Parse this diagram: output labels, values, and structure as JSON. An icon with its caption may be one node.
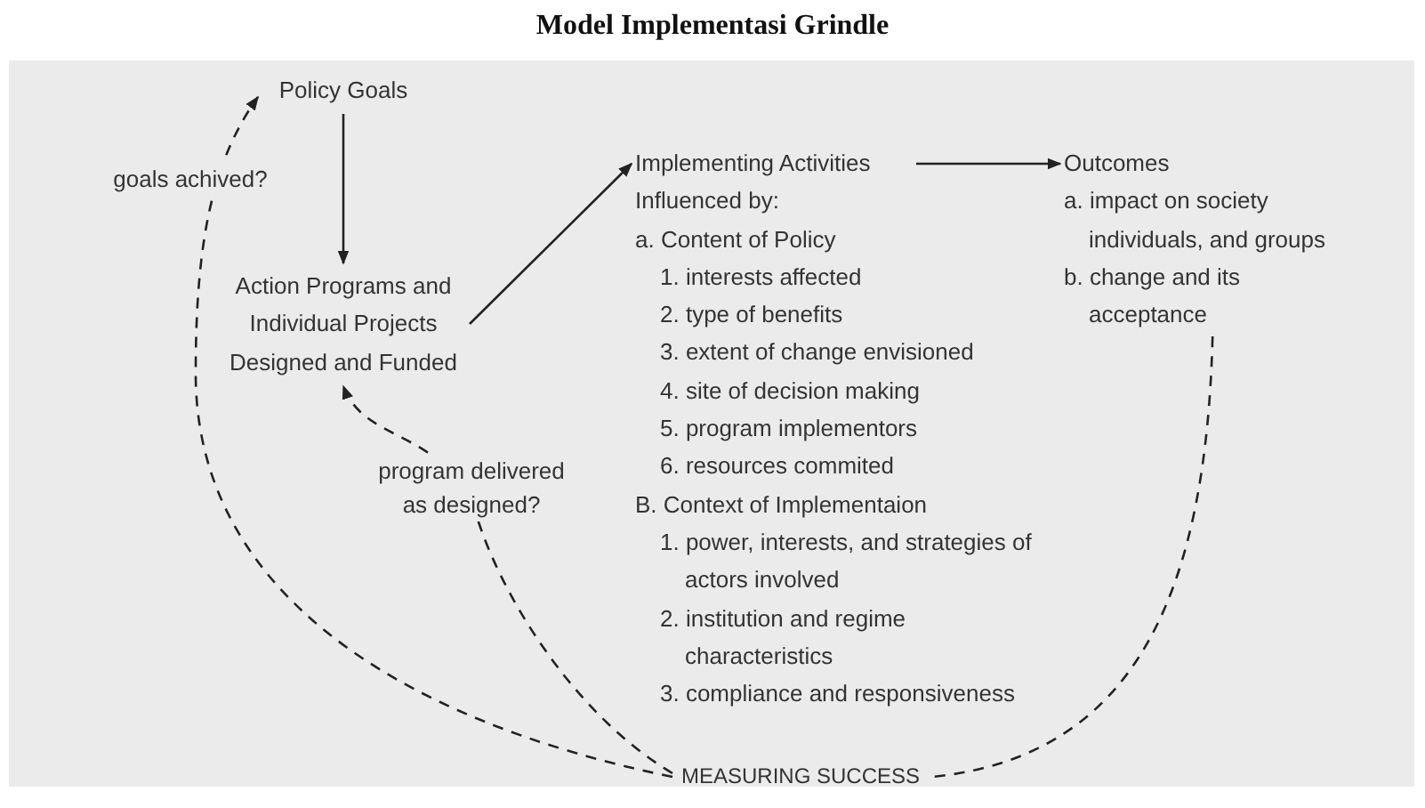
{
  "diagram": {
    "title": "Model Implementasi Grindle",
    "nodes": [
      {
        "text": [
          "Policy Goals"
        ]
      },
      {
        "text": [
          "Action Programs and Individual Projects Designed and Funded"
        ]
      },
      {
        "text": [
          "Implementing Activities",
          "Influenced by:",
          "a. Content of Policy",
          "1. interests affected",
          "2. type of benefits",
          "3. extent of change envisioned",
          "4. site of decision making",
          "5. program implementors",
          "6. resources commited",
          "B. Context of Implementaion",
          "1. power, interests, and strategies of actors involved",
          "2. institution and regime characteristics",
          "3. compliance and responsiveness"
        ]
      },
      {
        "text": [
          "Outcomes",
          "a. impact on society individuals, and groups",
          "b. change and its acceptance"
        ]
      },
      {
        "text": [
          "MEASURING SUCCESS"
        ]
      }
    ],
    "edges": [
      {
        "from": 0,
        "to": 1,
        "arrow": "to"
      },
      {
        "from": 1,
        "to": 2,
        "arrow": "to"
      },
      {
        "from": 2,
        "to": 3,
        "arrow": "to"
      },
      {
        "from": 4,
        "to": 0,
        "arrow": "to",
        "label": "goals achived?",
        "style": "dashed"
      },
      {
        "from": 4,
        "to": 1,
        "arrow": "to",
        "label": "program delivered as designed?",
        "style": "dashed"
      },
      {
        "from": 3,
        "to": 4,
        "arrow": "none",
        "style": "dashed"
      }
    ]
  }
}
